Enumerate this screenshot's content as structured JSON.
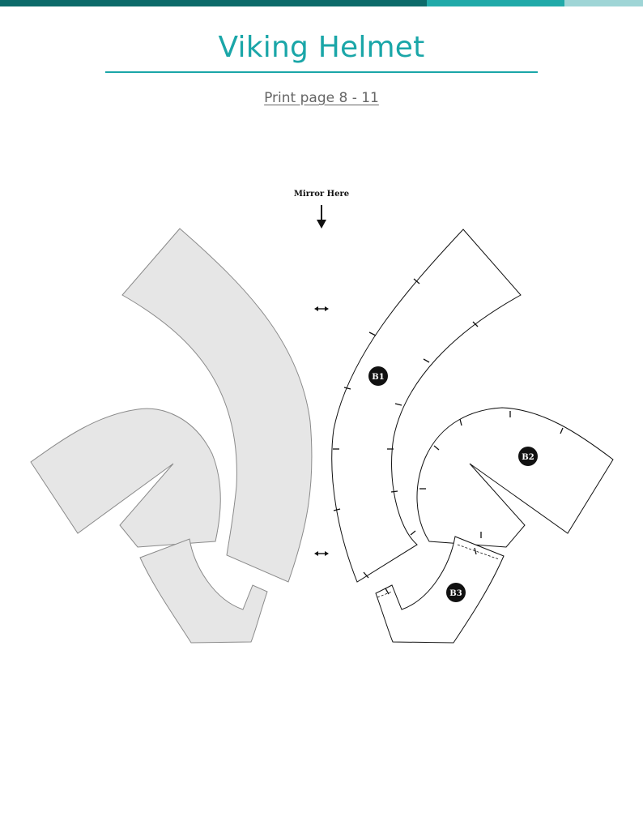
{
  "header": {
    "title": "Viking Helmet",
    "subtitle": "Print page 8 - 11"
  },
  "pattern": {
    "mirror_label": "Mirror Here",
    "piece_labels": [
      "B1",
      "B2",
      "B3"
    ]
  },
  "colors": {
    "accent": "#1aa6a8",
    "bar_dark": "#0d6b6a",
    "bar_mid": "#21aaa9",
    "bar_light": "#9fd5d6",
    "piece_fill": "#e6e6e6",
    "piece_stroke": "#8a8a8a",
    "outline_stroke": "#111111"
  },
  "icons": [
    "arrow-down-icon",
    "double-arrow-icon"
  ]
}
